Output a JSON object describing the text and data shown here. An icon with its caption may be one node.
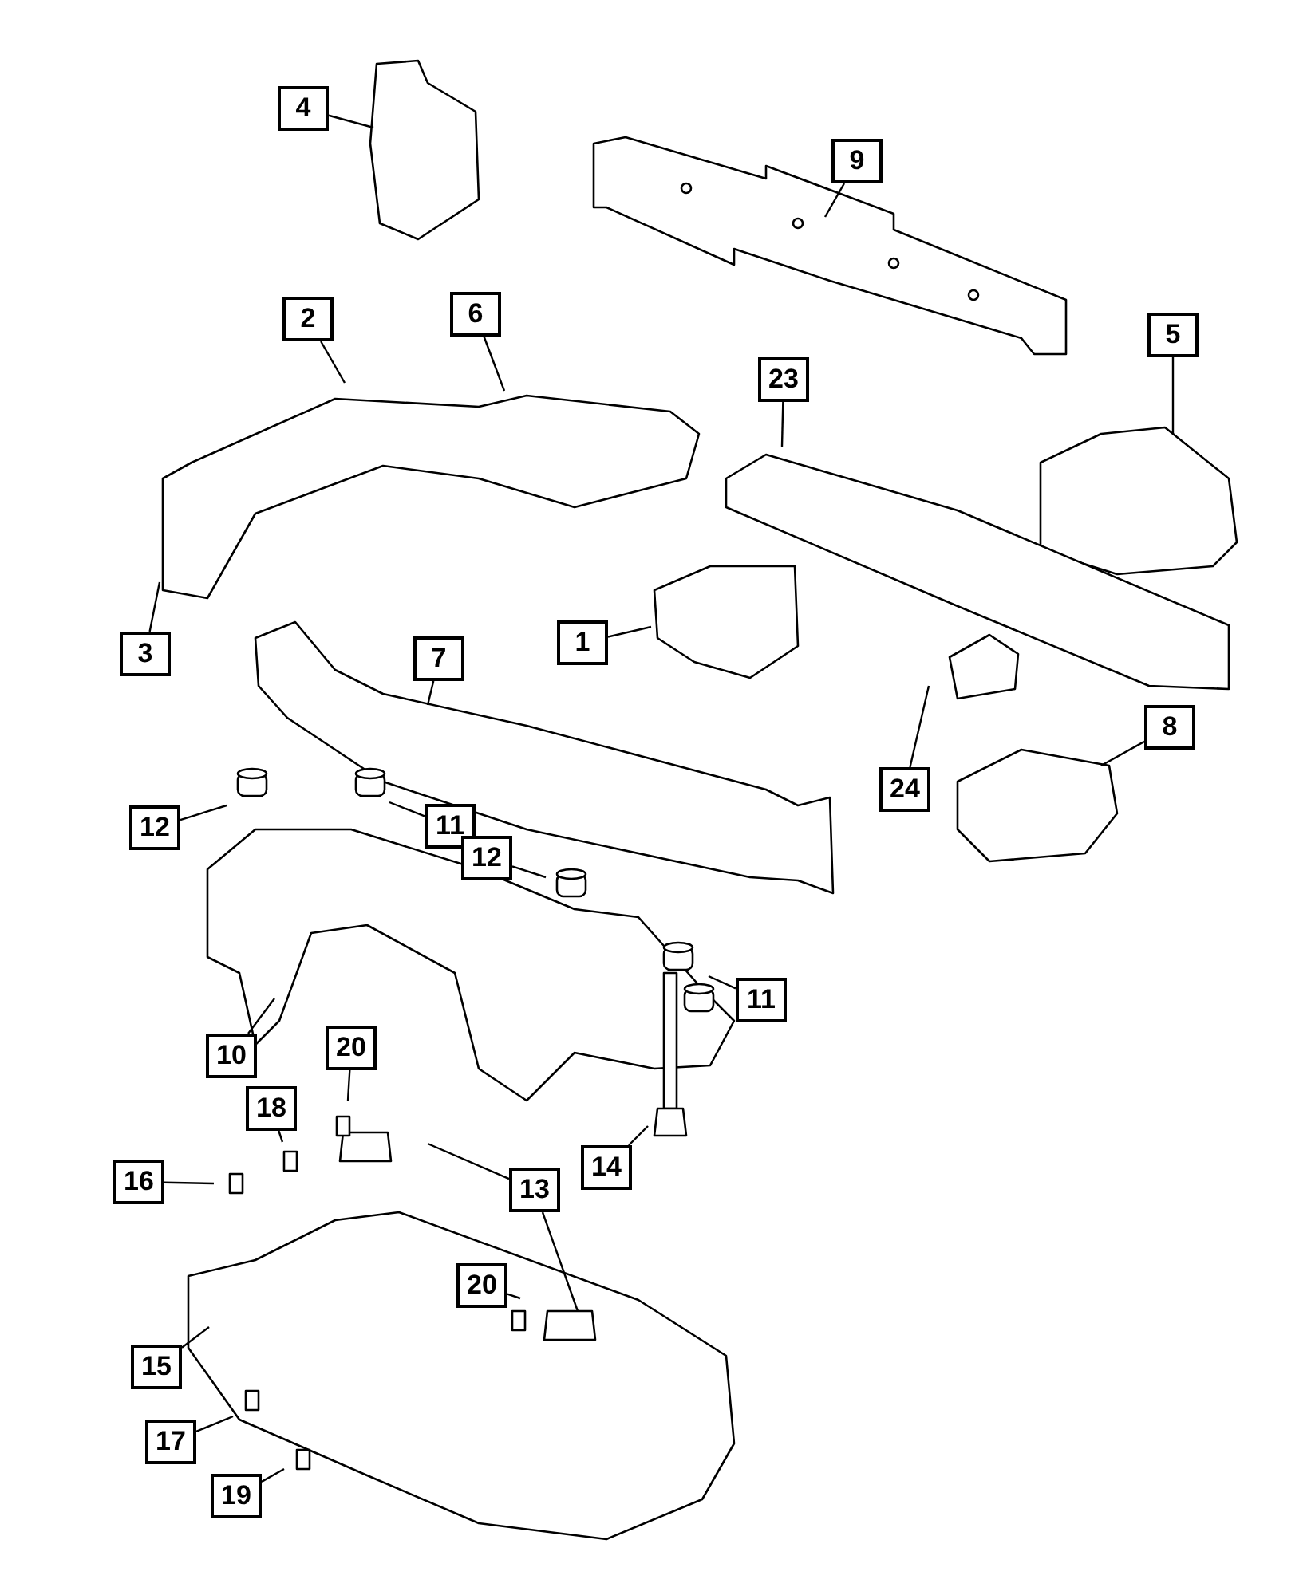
{
  "diagram": {
    "nodes": [
      {
        "text": [
          "4"
        ]
      },
      {
        "text": [
          "9"
        ]
      },
      {
        "text": [
          "2"
        ]
      },
      {
        "text": [
          "6"
        ]
      },
      {
        "text": [
          "5"
        ]
      },
      {
        "text": [
          "23"
        ]
      },
      {
        "text": [
          "1"
        ]
      },
      {
        "text": [
          "7"
        ]
      },
      {
        "text": [
          "3"
        ]
      },
      {
        "text": [
          "8"
        ]
      },
      {
        "text": [
          "24"
        ]
      },
      {
        "text": [
          "12"
        ]
      },
      {
        "text": [
          "11"
        ]
      },
      {
        "text": [
          "12"
        ]
      },
      {
        "text": [
          "10"
        ]
      },
      {
        "text": [
          "20"
        ]
      },
      {
        "text": [
          "11"
        ]
      },
      {
        "text": [
          "18"
        ]
      },
      {
        "text": [
          "14"
        ]
      },
      {
        "text": [
          "16"
        ]
      },
      {
        "text": [
          "13"
        ]
      },
      {
        "text": [
          "20"
        ]
      },
      {
        "text": [
          "15"
        ]
      },
      {
        "text": [
          "17"
        ]
      },
      {
        "text": [
          "19"
        ]
      }
    ],
    "edges": [
      {
        "from": 0,
        "to": null,
        "arrow": "none"
      },
      {
        "from": 1,
        "to": null,
        "arrow": "none"
      },
      {
        "from": 2,
        "to": null,
        "arrow": "none"
      },
      {
        "from": 3,
        "to": null,
        "arrow": "none"
      },
      {
        "from": 4,
        "to": null,
        "arrow": "none"
      },
      {
        "from": 5,
        "to": null,
        "arrow": "none"
      },
      {
        "from": 6,
        "to": null,
        "arrow": "none"
      },
      {
        "from": 7,
        "to": null,
        "arrow": "none"
      },
      {
        "from": 8,
        "to": null,
        "arrow": "none"
      },
      {
        "from": 9,
        "to": null,
        "arrow": "none"
      },
      {
        "from": 10,
        "to": null,
        "arrow": "none"
      },
      {
        "from": 11,
        "to": null,
        "arrow": "none"
      },
      {
        "from": 12,
        "to": null,
        "arrow": "none"
      },
      {
        "from": 13,
        "to": null,
        "arrow": "none"
      },
      {
        "from": 14,
        "to": null,
        "arrow": "none"
      },
      {
        "from": 15,
        "to": null,
        "arrow": "none"
      },
      {
        "from": 16,
        "to": null,
        "arrow": "none"
      },
      {
        "from": 17,
        "to": null,
        "arrow": "none"
      },
      {
        "from": 18,
        "to": null,
        "arrow": "none"
      },
      {
        "from": 19,
        "to": null,
        "arrow": "none"
      },
      {
        "from": 20,
        "to": null,
        "arrow": "none"
      },
      {
        "from": 20,
        "to": null,
        "arrow": "none"
      },
      {
        "from": 21,
        "to": null,
        "arrow": "none"
      },
      {
        "from": 22,
        "to": null,
        "arrow": "none"
      },
      {
        "from": 23,
        "to": null,
        "arrow": "none"
      },
      {
        "from": 24,
        "to": null,
        "arrow": "none"
      }
    ]
  }
}
